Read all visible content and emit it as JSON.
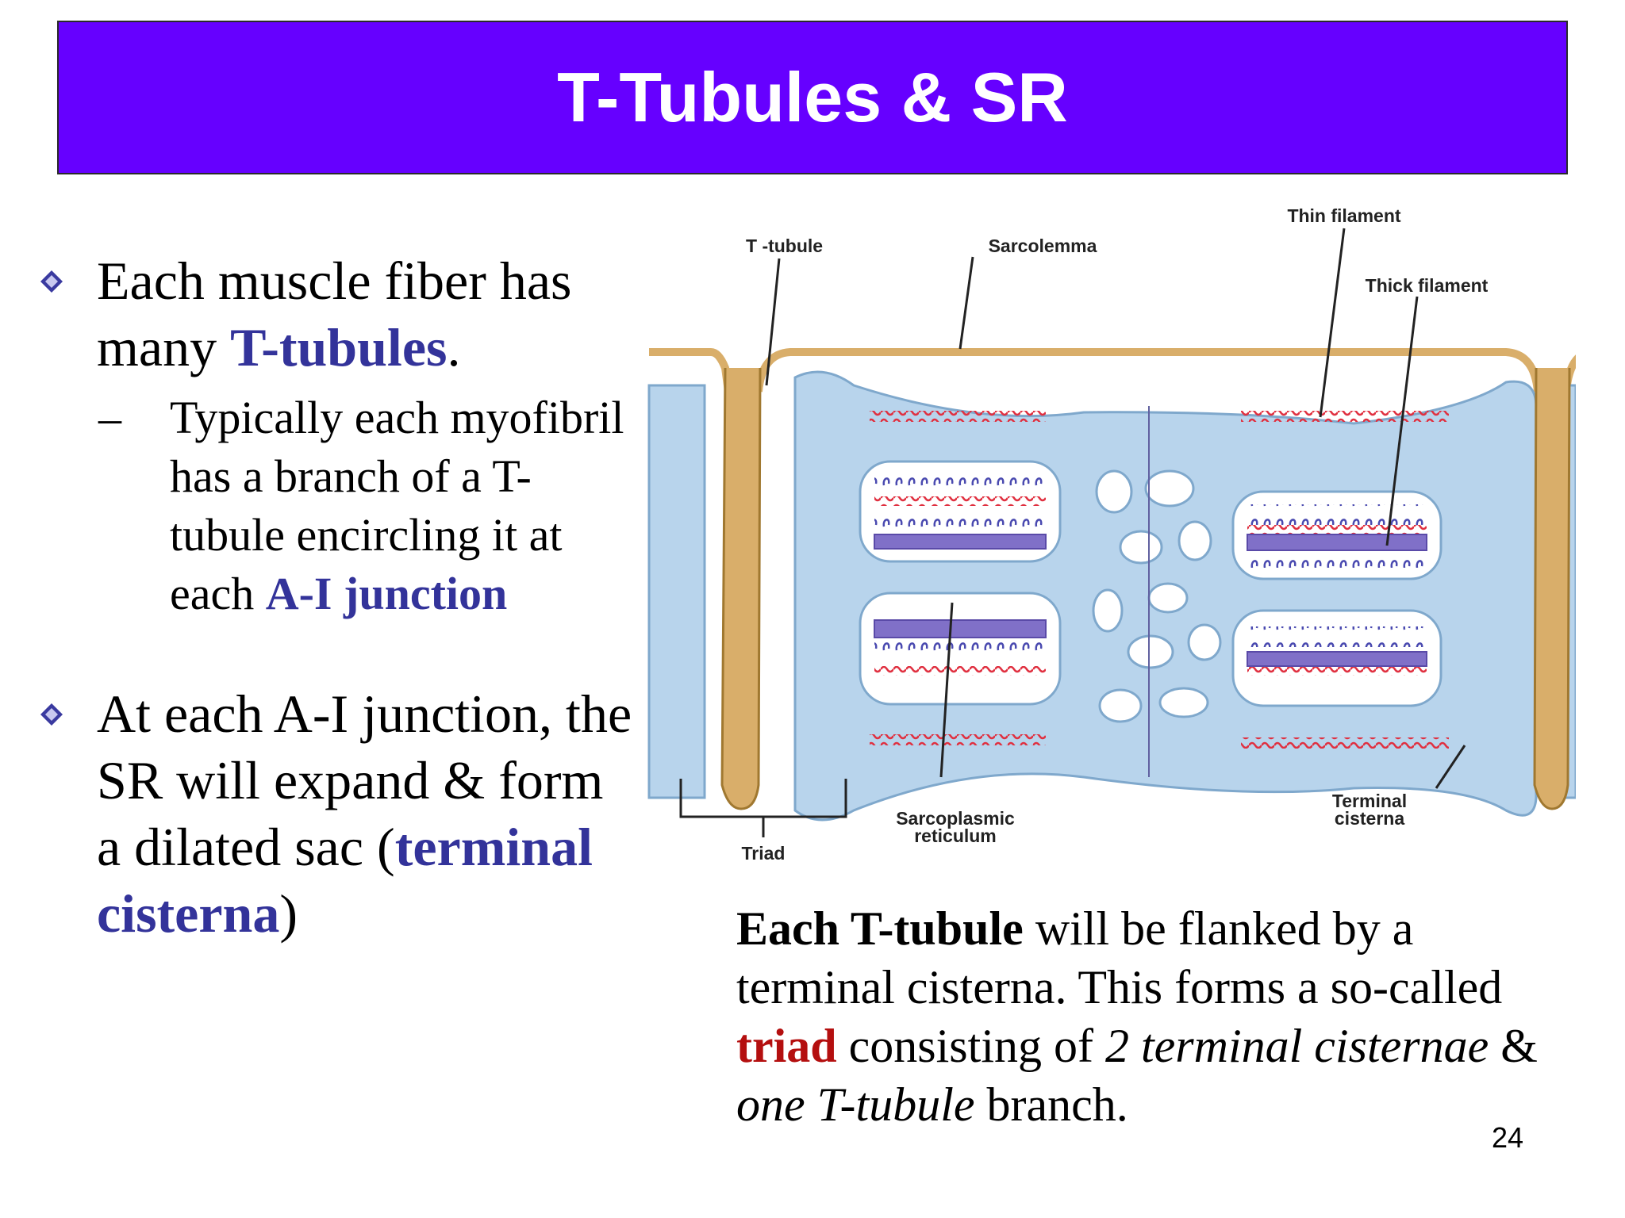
{
  "title": "T-Tubules & SR",
  "bullets": {
    "b1": {
      "text1": "Each muscle fiber has many ",
      "highlight": "T-tubules",
      "text2": "."
    },
    "sub1": {
      "text1": "Typically each myofibril has a branch of a T-tubule encircling it at each ",
      "highlight": "A-I junction"
    },
    "b2": {
      "text1": "At each A-I junction, the SR will expand & form a dilated sac (",
      "highlight": "terminal cisterna",
      "text2": ")"
    }
  },
  "diagram": {
    "labels": {
      "t_tubule": "T -tubule",
      "sarcolemma": "Sarcolemma",
      "thin_filament": "Thin filament",
      "thick_filament": "Thick filament",
      "triad": "Triad",
      "sr_line1": "Sarcoplasmic",
      "sr_line2": "reticulum",
      "terminal_line1": "Terminal",
      "terminal_line2": "cisterna"
    }
  },
  "caption": {
    "bold1": "Each T-tubule",
    "t1": " will be flanked by a terminal cisterna.  This forms a so-called ",
    "red": "triad",
    "t2": " consisting of ",
    "italic1": "2 terminal cisternae",
    "t3": " & ",
    "italic2": "one T-tubule",
    "t4": " branch."
  },
  "page_number": "24",
  "colors": {
    "title_bg": "#6600ff",
    "highlight": "#33339a",
    "red": "#b40f0f",
    "sr_blue": "#b8d4ec",
    "t_tubule_tan": "#d9ae6a",
    "thick_filament": "#8070c8",
    "thin_filament": "#e03040"
  }
}
